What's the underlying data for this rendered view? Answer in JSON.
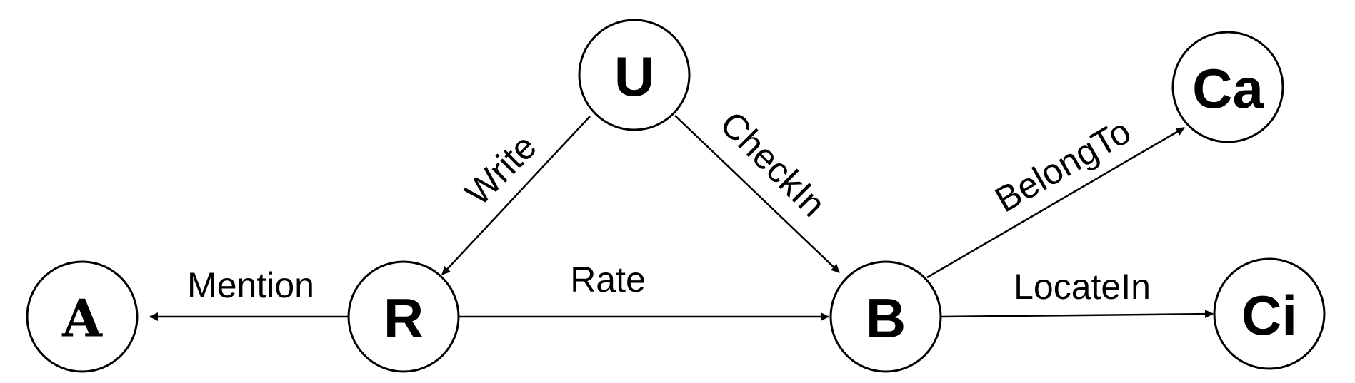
{
  "nodes": {
    "user": "U",
    "review": "R",
    "aspect": "A",
    "business": "B",
    "category": "Ca",
    "city": "Ci"
  },
  "edges": {
    "write": "Write",
    "checkin": "CheckIn",
    "rate": "Rate",
    "mention": "Mention",
    "belongto": "BelongTo",
    "locatein": "LocateIn"
  },
  "colors": {
    "stroke": "#000000",
    "background": "#ffffff"
  }
}
